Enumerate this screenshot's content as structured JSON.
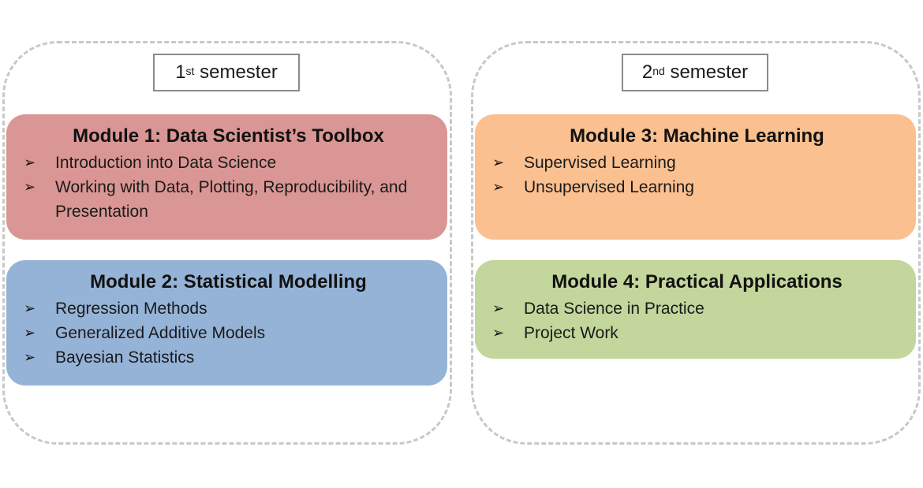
{
  "semesters": [
    {
      "number": "1",
      "suffix": "st",
      "label": "semester"
    },
    {
      "number": "2",
      "suffix": "nd",
      "label": "semester"
    }
  ],
  "bullet_glyph": "➢",
  "colors": {
    "module1": "#d99694",
    "module2": "#95b3d7",
    "module3": "#fac090",
    "module4": "#c3d69b",
    "dashed_border": "#c8c8c8"
  },
  "modules": [
    {
      "title": "Module 1: Data Scientist’s Toolbox",
      "items": [
        "Introduction into Data Science",
        "Working with Data, Plotting, Reproducibility, and Presentation"
      ]
    },
    {
      "title": "Module 2: Statistical Modelling",
      "items": [
        "Regression Methods",
        "Generalized Additive Models",
        "Bayesian Statistics"
      ]
    },
    {
      "title": "Module 3: Machine Learning",
      "items": [
        "Supervised Learning",
        "Unsupervised Learning"
      ]
    },
    {
      "title": "Module 4: Practical Applications",
      "items": [
        "Data Science in Practice",
        "Project Work"
      ]
    }
  ]
}
